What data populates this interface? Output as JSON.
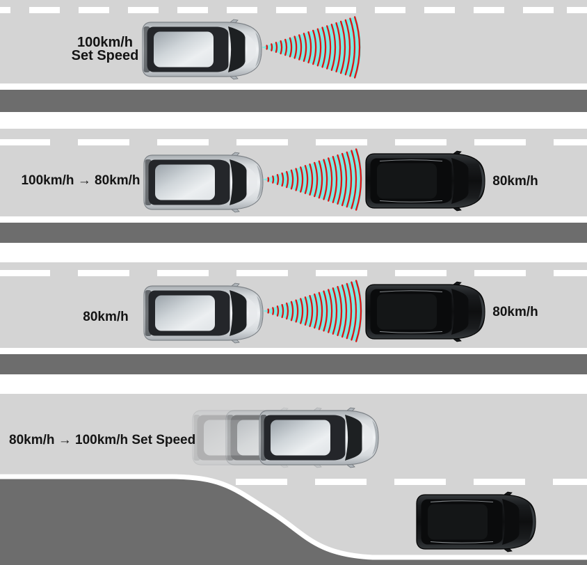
{
  "diagram": {
    "type": "adaptive-cruise-control-sequence",
    "scenes": [
      {
        "name": "cruise-at-set-speed",
        "ego_label_line1": "100km/h",
        "ego_label_line2": "Set Speed",
        "ego_vehicle": "silver-suv",
        "radar": "on"
      },
      {
        "name": "slower-vehicle-detected",
        "ego_label": "100km/h → 80km/h",
        "lead_label": "80km/h",
        "ego_vehicle": "silver-suv",
        "lead_vehicle": "black-suv",
        "radar": "on"
      },
      {
        "name": "following-at-matched-speed",
        "ego_label": "80km/h",
        "lead_label": "80km/h",
        "ego_vehicle": "silver-suv",
        "lead_vehicle": "black-suv",
        "radar": "on"
      },
      {
        "name": "resume-set-speed",
        "ego_label": "80km/h → 100km/h Set Speed",
        "ego_vehicle": "silver-suv-accelerating-with-ghost-trail",
        "lead_vehicle": "black-suv-exiting-to-lower-lane",
        "radar": "off"
      }
    ]
  },
  "colors": {
    "road": "#d4d4d4",
    "lane_divider": "#6d6d6d",
    "road_marking": "#ffffff",
    "radar_cone_fill": "#7ee9e1",
    "radar_wave": "#e01212",
    "label_text": "#141414",
    "ego_car_body": "#d6dadd",
    "lead_car_body": "#141617"
  }
}
